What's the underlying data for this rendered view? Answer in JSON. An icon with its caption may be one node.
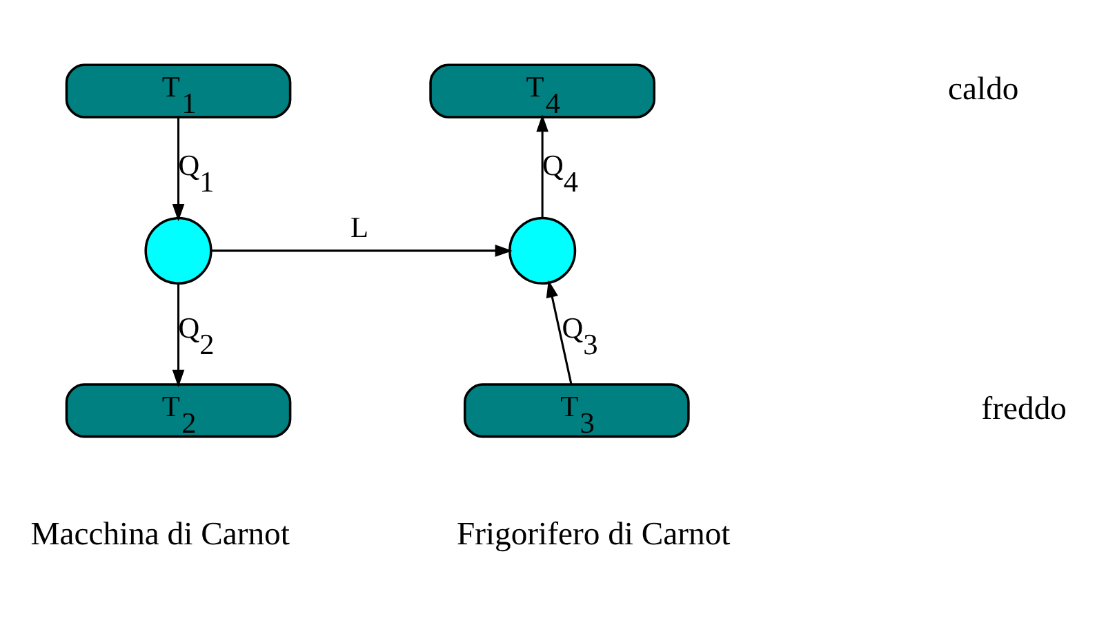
{
  "diagram": {
    "nodes": [
      {
        "text": [
          "T$_{1}$"
        ]
      },
      {
        "text": [],
        "shape": "circle"
      },
      {
        "text": [
          "T$_{2}$"
        ]
      },
      {
        "text": [
          "T$_{4}$"
        ]
      },
      {
        "text": [],
        "shape": "circle"
      },
      {
        "text": [
          "T$_{3}$"
        ]
      }
    ],
    "edges": [
      {
        "from": 0,
        "to": 1,
        "arrow": "to",
        "label": "Q$_{1}$"
      },
      {
        "from": 1,
        "to": 2,
        "arrow": "to",
        "label": "Q$_{2}$"
      },
      {
        "from": 1,
        "to": 4,
        "arrow": "to",
        "label": "L"
      },
      {
        "from": 4,
        "to": 3,
        "arrow": "to",
        "label": "Q$_{4}$"
      },
      {
        "from": 5,
        "to": 4,
        "arrow": "to",
        "label": "Q$_{3}$"
      }
    ],
    "labels": [
      "caldo",
      "freddo",
      "Macchina di Carnot",
      "Frigorifero di Carnot"
    ]
  }
}
